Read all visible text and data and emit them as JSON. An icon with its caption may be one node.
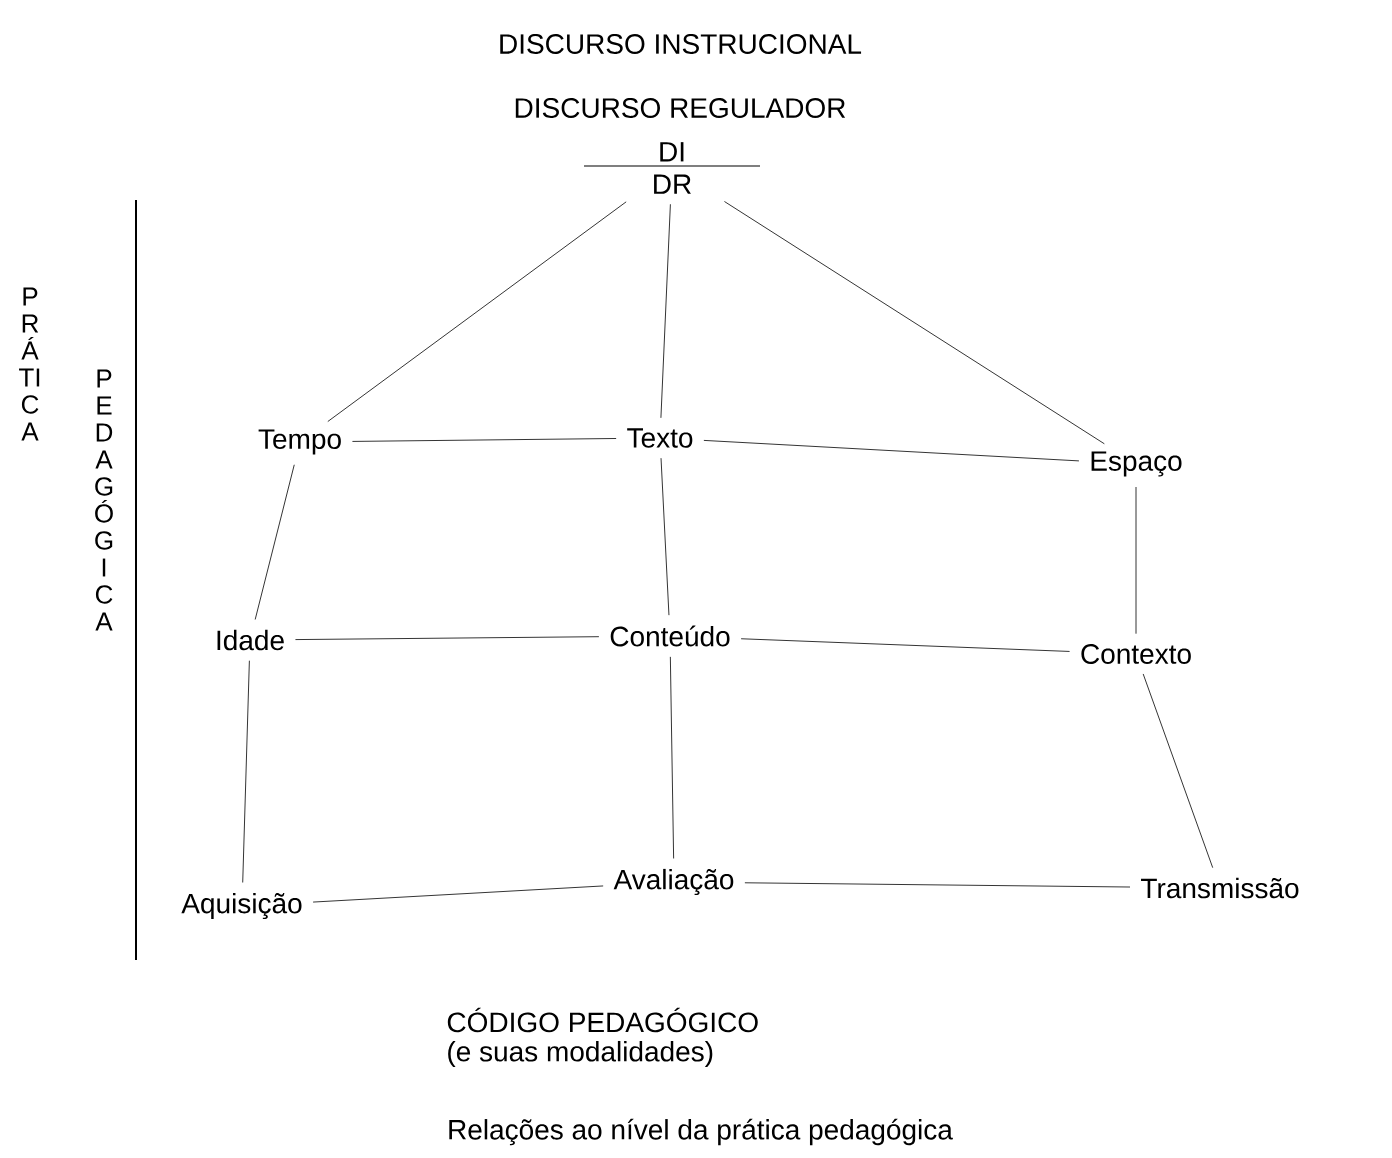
{
  "diagram": {
    "nodes": [
      {
        "text": [
          "DI",
          "DR"
        ]
      },
      {
        "text": [
          "Tempo"
        ]
      },
      {
        "text": [
          "Texto"
        ]
      },
      {
        "text": [
          "Espaço"
        ]
      },
      {
        "text": [
          "Idade"
        ]
      },
      {
        "text": [
          "Conteúdo"
        ]
      },
      {
        "text": [
          "Contexto"
        ]
      },
      {
        "text": [
          "Aquisição"
        ]
      },
      {
        "text": [
          "Avaliação"
        ]
      },
      {
        "text": [
          "Transmissão"
        ]
      }
    ],
    "edges": [
      {
        "from": 0,
        "to": 1,
        "arrow": "none"
      },
      {
        "from": 0,
        "to": 2,
        "arrow": "none"
      },
      {
        "from": 0,
        "to": 3,
        "arrow": "none"
      },
      {
        "from": 1,
        "to": 2,
        "arrow": "none"
      },
      {
        "from": 2,
        "to": 3,
        "arrow": "none"
      },
      {
        "from": 1,
        "to": 4,
        "arrow": "none"
      },
      {
        "from": 2,
        "to": 5,
        "arrow": "none"
      },
      {
        "from": 3,
        "to": 6,
        "arrow": "none"
      },
      {
        "from": 4,
        "to": 5,
        "arrow": "none"
      },
      {
        "from": 5,
        "to": 6,
        "arrow": "none"
      },
      {
        "from": 4,
        "to": 7,
        "arrow": "none"
      },
      {
        "from": 5,
        "to": 8,
        "arrow": "none"
      },
      {
        "from": 6,
        "to": 9,
        "arrow": "none"
      },
      {
        "from": 7,
        "to": 8,
        "arrow": "none"
      },
      {
        "from": 8,
        "to": 9,
        "arrow": "none"
      }
    ],
    "labels": [
      "DISCURSO  INSTRUCIONAL",
      "DISCURSO REGULADOR",
      "PRÁTICA",
      "PEDAGÓGICA",
      "CÓDIGO  PEDAGÓGICO",
      "(e suas  modalidades)",
      "Relações  ao nível da prática pedagógica"
    ]
  }
}
